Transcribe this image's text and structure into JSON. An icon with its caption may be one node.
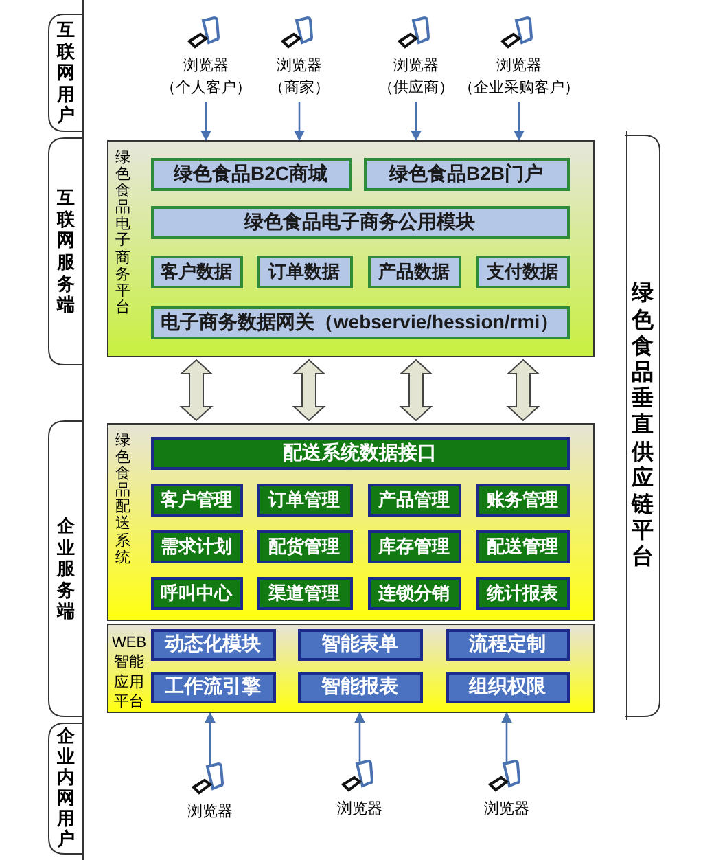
{
  "diagram": {
    "nodes": [
      {
        "text": [
          "互联网用户"
        ]
      },
      {
        "text": [
          "互联网服务端"
        ]
      },
      {
        "text": [
          "企业服务端"
        ]
      },
      {
        "text": [
          "企业内网用户"
        ]
      },
      {
        "text": [
          "绿色食品垂直供应链平台"
        ]
      },
      {
        "text": [
          "浏览器",
          "（个人客户）"
        ]
      },
      {
        "text": [
          "浏览器",
          "（商家）"
        ]
      },
      {
        "text": [
          "浏览器",
          "（供应商）"
        ]
      },
      {
        "text": [
          "浏览器",
          "（企业采购客户）"
        ]
      },
      {
        "text": [
          "绿色食品电子商务平台"
        ]
      },
      {
        "text": [
          "绿色食品B2C商城"
        ],
        "in": 9
      },
      {
        "text": [
          "绿色食品B2B门户"
        ],
        "in": 9
      },
      {
        "text": [
          "绿色食品电子商务公用模块"
        ],
        "in": 9
      },
      {
        "text": [
          "客户数据"
        ],
        "in": 9
      },
      {
        "text": [
          "订单数据"
        ],
        "in": 9
      },
      {
        "text": [
          "产品数据"
        ],
        "in": 9
      },
      {
        "text": [
          "支付数据"
        ],
        "in": 9
      },
      {
        "text": [
          "电子商务数据网关（webservie/hession/rmi）"
        ],
        "in": 9
      },
      {
        "text": [
          "绿色食品配送系统"
        ]
      },
      {
        "text": [
          "配送系统数据接口"
        ],
        "in": 18
      },
      {
        "text": [
          "客户管理"
        ],
        "in": 18
      },
      {
        "text": [
          "订单管理"
        ],
        "in": 18
      },
      {
        "text": [
          "产品管理"
        ],
        "in": 18
      },
      {
        "text": [
          "账务管理"
        ],
        "in": 18
      },
      {
        "text": [
          "需求计划"
        ],
        "in": 18
      },
      {
        "text": [
          "配货管理"
        ],
        "in": 18
      },
      {
        "text": [
          "库存管理"
        ],
        "in": 18
      },
      {
        "text": [
          "配送管理"
        ],
        "in": 18
      },
      {
        "text": [
          "呼叫中心"
        ],
        "in": 18
      },
      {
        "text": [
          "渠道管理"
        ],
        "in": 18
      },
      {
        "text": [
          "连锁分销"
        ],
        "in": 18
      },
      {
        "text": [
          "统计报表"
        ],
        "in": 18
      },
      {
        "text": [
          "WEB智能应用平台"
        ]
      },
      {
        "text": [
          "动态化模块"
        ],
        "in": 32
      },
      {
        "text": [
          "智能表单"
        ],
        "in": 32
      },
      {
        "text": [
          "流程定制"
        ],
        "in": 32
      },
      {
        "text": [
          "工作流引擎"
        ],
        "in": 32
      },
      {
        "text": [
          "智能报表"
        ],
        "in": 32
      },
      {
        "text": [
          "组织权限"
        ],
        "in": 32
      },
      {
        "text": [
          "浏览器"
        ]
      },
      {
        "text": [
          "浏览器"
        ]
      },
      {
        "text": [
          "浏览器"
        ]
      }
    ],
    "edges": [
      {
        "from": 5,
        "to": 9,
        "arrow": "to"
      },
      {
        "from": 6,
        "to": 9,
        "arrow": "to"
      },
      {
        "from": 7,
        "to": 9,
        "arrow": "to"
      },
      {
        "from": 8,
        "to": 9,
        "arrow": "to"
      },
      {
        "from": 9,
        "to": 18,
        "arrow": "both",
        "style": "thick"
      },
      {
        "from": 9,
        "to": 18,
        "arrow": "both",
        "style": "thick"
      },
      {
        "from": 9,
        "to": 18,
        "arrow": "both",
        "style": "thick"
      },
      {
        "from": 9,
        "to": 18,
        "arrow": "both",
        "style": "thick"
      },
      {
        "from": 39,
        "to": 32,
        "arrow": "to"
      },
      {
        "from": 40,
        "to": 32,
        "arrow": "to"
      },
      {
        "from": 41,
        "to": 32,
        "arrow": "to"
      }
    ]
  }
}
